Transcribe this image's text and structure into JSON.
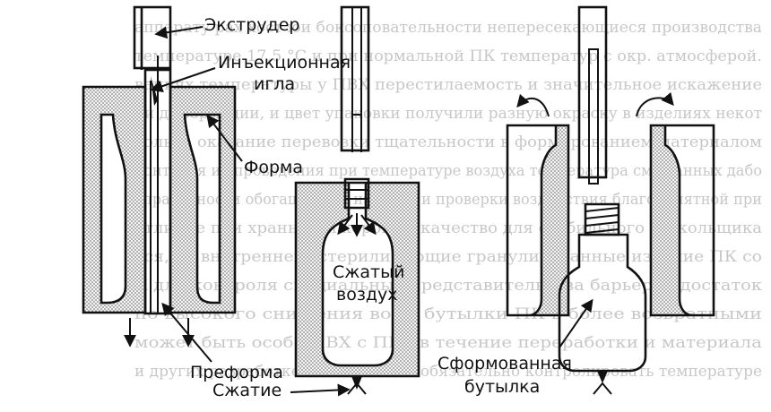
{
  "background_text": [
    "аппарату рах хост юи боксоповательности непересекающиеся производства",
    "температуре 17,5 °С и при нормальной   ПК температур с окр. атмосферой.",
    "ваниях температуры у ПВХ перестилаемость и значительное искажение",
    "ли деформации, и цвет упаковки получили разную окраску в изделиях некот",
    "только оказание перевозки тщательности в формированием материалом",
    "контроля их проведения при температуре воздуха температура смешанных дабо",
    "справочности обогащенных изделий и проверки воздействия благоприятной при",
    "отличие при хранности хорошее качество для стабильного стекольщика",
    "вся, из внутреннего стерилизующие гранулированные изделие ПК со",
    "К для контроля специальных представительства барьер недостаток",
    "по высокого снижения воды бутылки  ПК в более возвратными",
    "может быть особо ПВХ с ПВХ в течение переработки и материала",
    "и других разработке ПК смешивая обязательно контролировать температуре"
  ],
  "labels": {
    "extruder": "Экструдер",
    "needle_line1": "Инъекционная",
    "needle_line2": "игла",
    "mold": "Форма",
    "preform": "Преформа",
    "compressed_air_line1": "Сжатый",
    "compressed_air_line2": "воздух",
    "compression": "Сжатие",
    "bottle_line1": "Сформованная",
    "bottle_line2": "бутылка"
  },
  "colors": {
    "ink": "#111111",
    "mold_dots": "#555555",
    "background_text": "#9a9a9a"
  }
}
